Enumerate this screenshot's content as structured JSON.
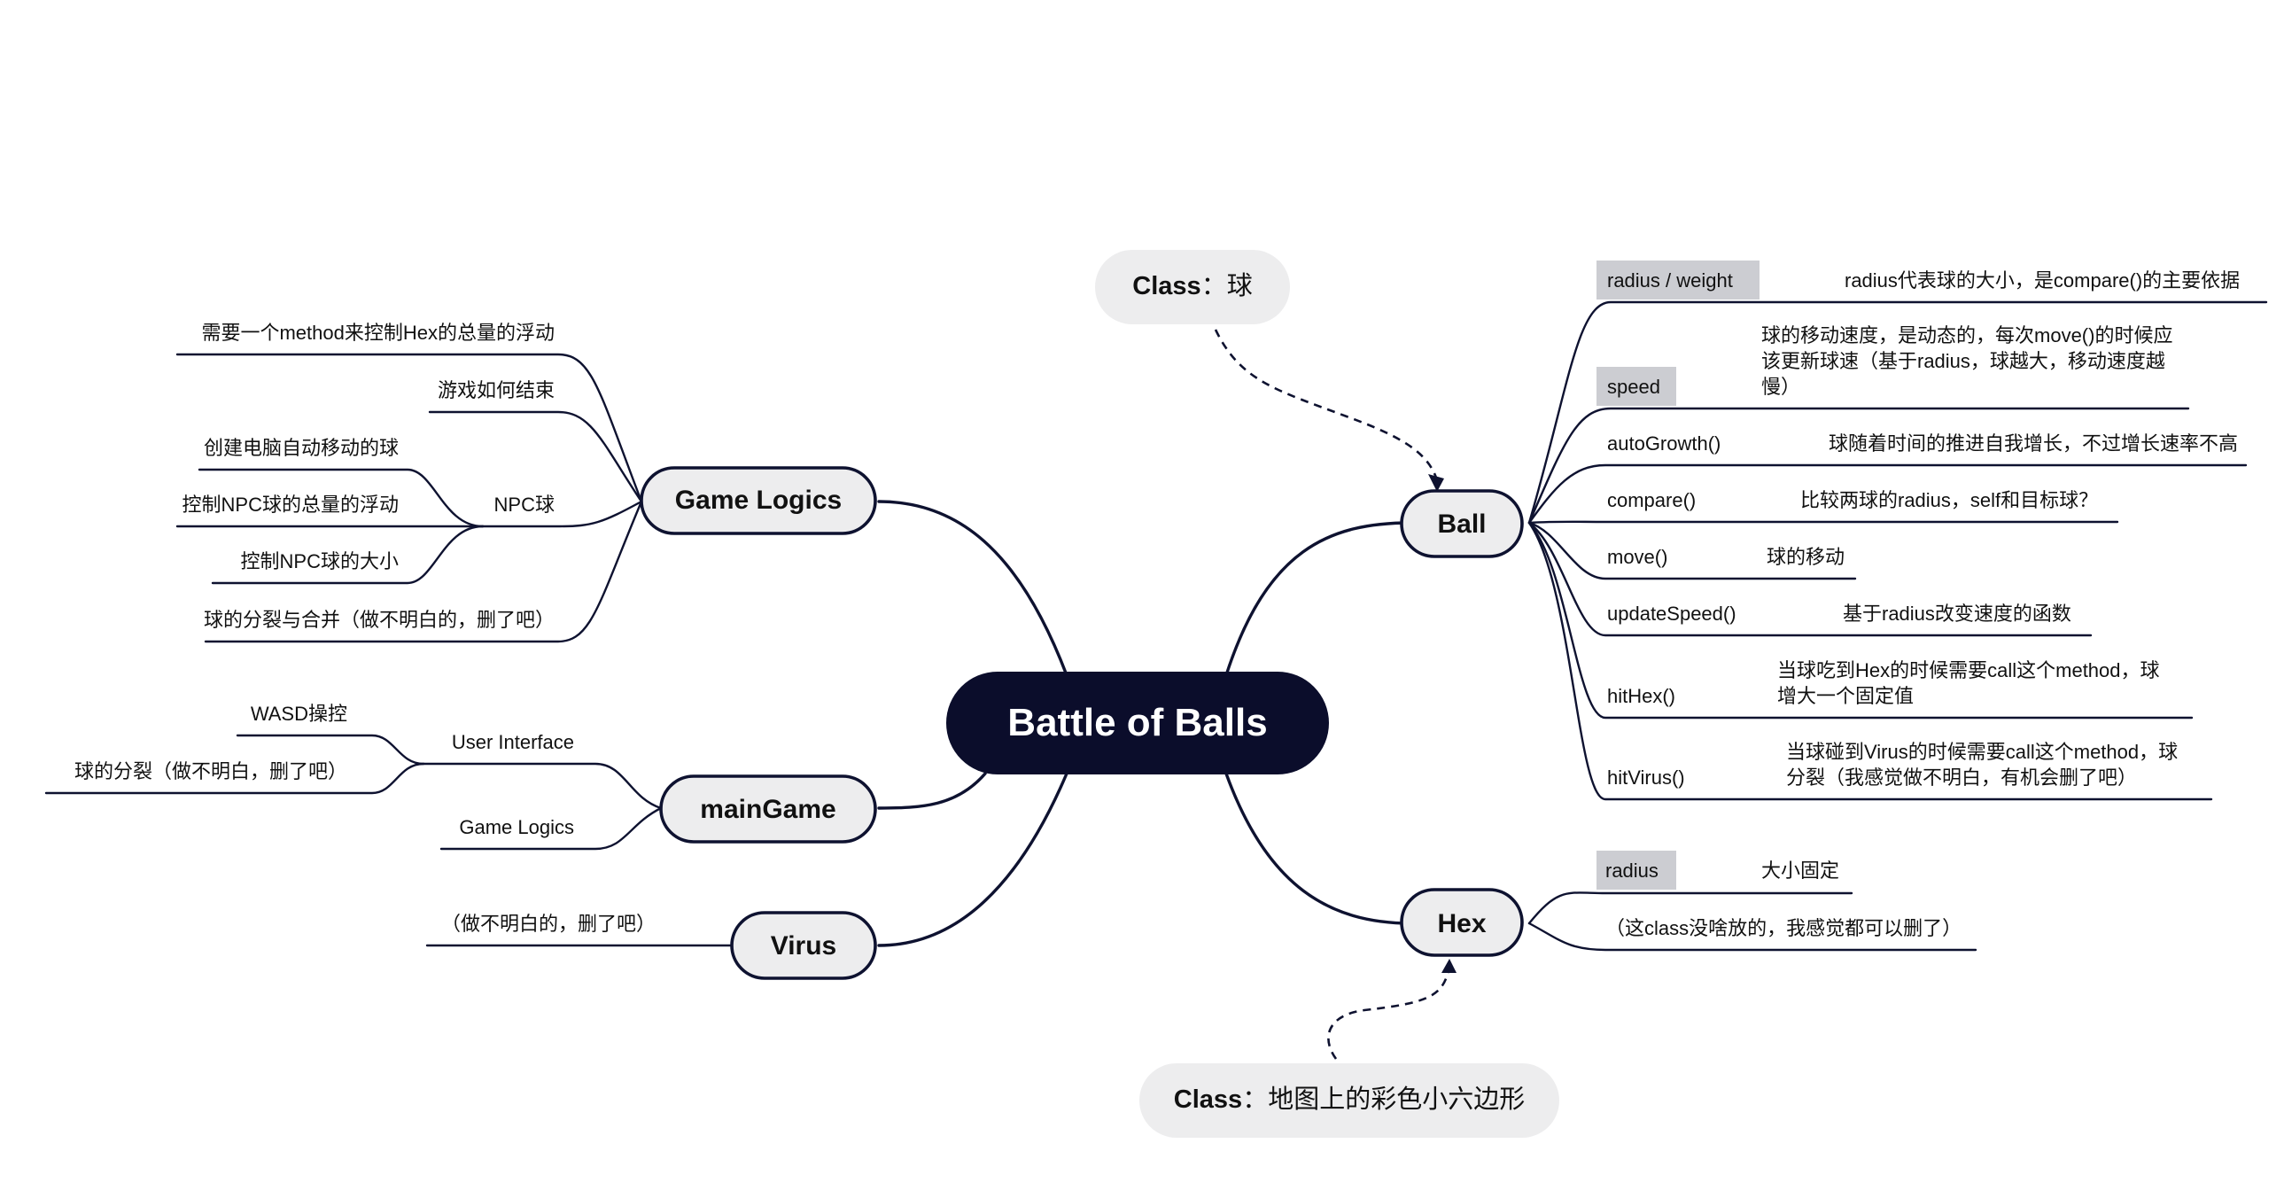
{
  "root": "Battle of Balls",
  "topics": {
    "ball": "Ball",
    "hex": "Hex",
    "game_logics": "Game Logics",
    "main_game": "mainGame",
    "virus": "Virus"
  },
  "notes": {
    "ball_label": "Class",
    "ball_value": "：球",
    "hex_label": "Class",
    "hex_value": "：地图上的彩色小六边形"
  },
  "ball_children": [
    {
      "label": "radius / weight",
      "detail": [
        "radius代表球的大小，是compare()的主要依据"
      ]
    },
    {
      "label": "speed",
      "detail": [
        "球的移动速度，是动态的，每次move()的时候应",
        "该更新球速（基于radius，球越大，移动速度越",
        "慢）"
      ]
    },
    {
      "label": "autoGrowth()",
      "detail": [
        "球随着时间的推进自我增长，不过增长速率不高"
      ]
    },
    {
      "label": "compare()",
      "detail": [
        "比较两球的radius，self和目标球？"
      ]
    },
    {
      "label": "move()",
      "detail": [
        "球的移动"
      ]
    },
    {
      "label": "updateSpeed()",
      "detail": [
        "基于radius改变速度的函数"
      ]
    },
    {
      "label": "hitHex()",
      "detail": [
        "当球吃到Hex的时候需要call这个method，球",
        "增大一个固定值"
      ]
    },
    {
      "label": "hitVirus()",
      "detail": [
        "当球碰到Virus的时候需要call这个method，球",
        "分裂（我感觉做不明白，有机会删了吧）"
      ]
    }
  ],
  "hex_children": [
    {
      "label": "radius",
      "detail": [
        "大小固定"
      ]
    },
    {
      "label": "（这class没啥放的，我感觉都可以删了）"
    }
  ],
  "game_logics_children": [
    "需要一个method来控制Hex的总量的浮动",
    "游戏如何结束",
    "NPC球",
    "球的分裂与合并（做不明白的，删了吧）"
  ],
  "npc_children": [
    "创建电脑自动移动的球",
    "控制NPC球的总量的浮动",
    "控制NPC球的大小"
  ],
  "main_game_children": [
    "User Interface",
    "Game Logics"
  ],
  "ui_children": [
    "WASD操控",
    "球的分裂（做不明白，删了吧）"
  ],
  "virus_children": [
    "（做不明白的，删了吧）"
  ]
}
